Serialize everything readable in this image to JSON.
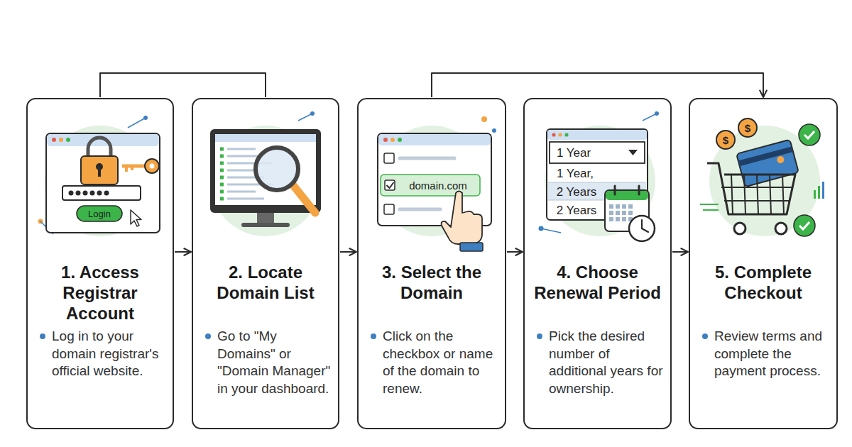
{
  "diagram": {
    "nodes": [
      {
        "text": [
          "1. Access Registrar Account",
          "Log in to your domain registrar's official website."
        ]
      },
      {
        "text": [
          "2. Locate Domain List",
          "Go to \"My Domains\" or \"Domain Manager\" in your dashboard."
        ]
      },
      {
        "text": [
          "3. Select the Domain",
          "Click on the checkbox or name of the domain to renew."
        ]
      },
      {
        "text": [
          "4. Choose Renewal Period",
          "Pick the desired number of additional years for ownership."
        ]
      },
      {
        "text": [
          "5. Complete Checkout",
          "Review terms and complete the payment process."
        ]
      }
    ],
    "edges": [
      {
        "from": 0,
        "to": 1,
        "arrow": "to"
      },
      {
        "from": 1,
        "to": 2,
        "arrow": "to"
      },
      {
        "from": 2,
        "to": 3,
        "arrow": "to"
      },
      {
        "from": 3,
        "to": 4,
        "arrow": "to"
      },
      {
        "from": 0,
        "to": 1,
        "arrow": "none"
      },
      {
        "from": 2,
        "to": 4,
        "arrow": "to"
      }
    ],
    "labels": [
      "Login",
      "domain.com",
      "1 Year",
      "1 Year,",
      "2 Years",
      "2 Years",
      "$",
      "$"
    ]
  }
}
